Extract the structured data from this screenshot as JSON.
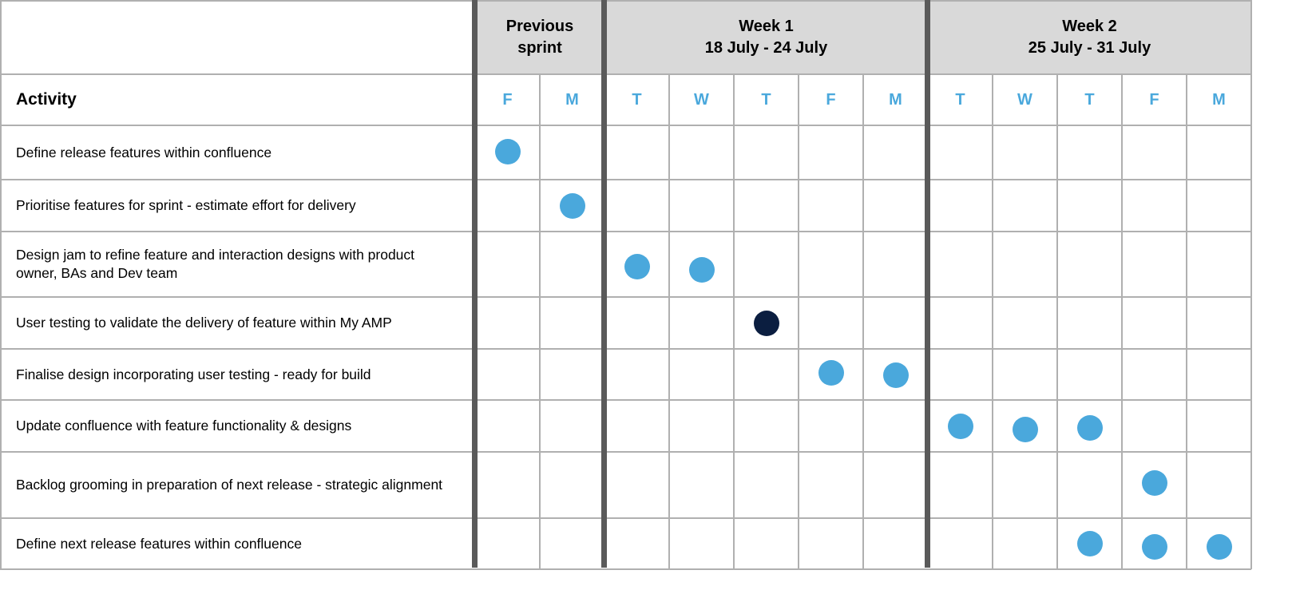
{
  "chart_data": {
    "type": "table",
    "activity_header": "Activity",
    "groups": [
      {
        "label_line1": "Previous",
        "label_line2": "sprint",
        "span": 2
      },
      {
        "label_line1": "Week 1",
        "label_line2": "18 July - 24 July",
        "span": 5
      },
      {
        "label_line1": "Week 2",
        "label_line2": "25 July - 31 July",
        "span": 5
      }
    ],
    "days": [
      "F",
      "M",
      "T",
      "W",
      "T",
      "F",
      "M",
      "T",
      "W",
      "T",
      "F",
      "M"
    ],
    "rows": [
      {
        "activity": "Define release features within confluence",
        "marks": [
          {
            "col": 0,
            "status": "planned"
          }
        ]
      },
      {
        "activity": "Prioritise features for sprint - estimate effort for delivery",
        "marks": [
          {
            "col": 1,
            "status": "planned"
          }
        ]
      },
      {
        "activity": "Design jam to refine feature and interaction designs with product owner, BAs and Dev team",
        "marks": [
          {
            "col": 2,
            "status": "planned"
          },
          {
            "col": 3,
            "status": "planned"
          }
        ]
      },
      {
        "activity": "User testing to validate the delivery of feature within My AMP",
        "marks": [
          {
            "col": 4,
            "status": "highlight"
          }
        ]
      },
      {
        "activity": "Finalise design incorporating user testing - ready for build",
        "marks": [
          {
            "col": 5,
            "status": "planned"
          },
          {
            "col": 6,
            "status": "planned"
          }
        ]
      },
      {
        "activity": "Update confluence with feature functionality & designs",
        "marks": [
          {
            "col": 7,
            "status": "planned"
          },
          {
            "col": 8,
            "status": "planned"
          },
          {
            "col": 9,
            "status": "planned"
          }
        ]
      },
      {
        "activity": "Backlog grooming in preparation of next release - strategic alignment",
        "marks": [
          {
            "col": 10,
            "status": "planned"
          }
        ]
      },
      {
        "activity": "Define next release features within confluence",
        "marks": [
          {
            "col": 9,
            "status": "planned"
          },
          {
            "col": 10,
            "status": "planned"
          },
          {
            "col": 11,
            "status": "planned"
          }
        ]
      }
    ],
    "colors": {
      "planned": "#4aa8dc",
      "highlight": "#0b1e40",
      "day_label": "#4aa8dc",
      "group_header_bg": "#d9d9d9",
      "grid": "#b0b0b0",
      "separator": "#5a5a5a"
    }
  }
}
